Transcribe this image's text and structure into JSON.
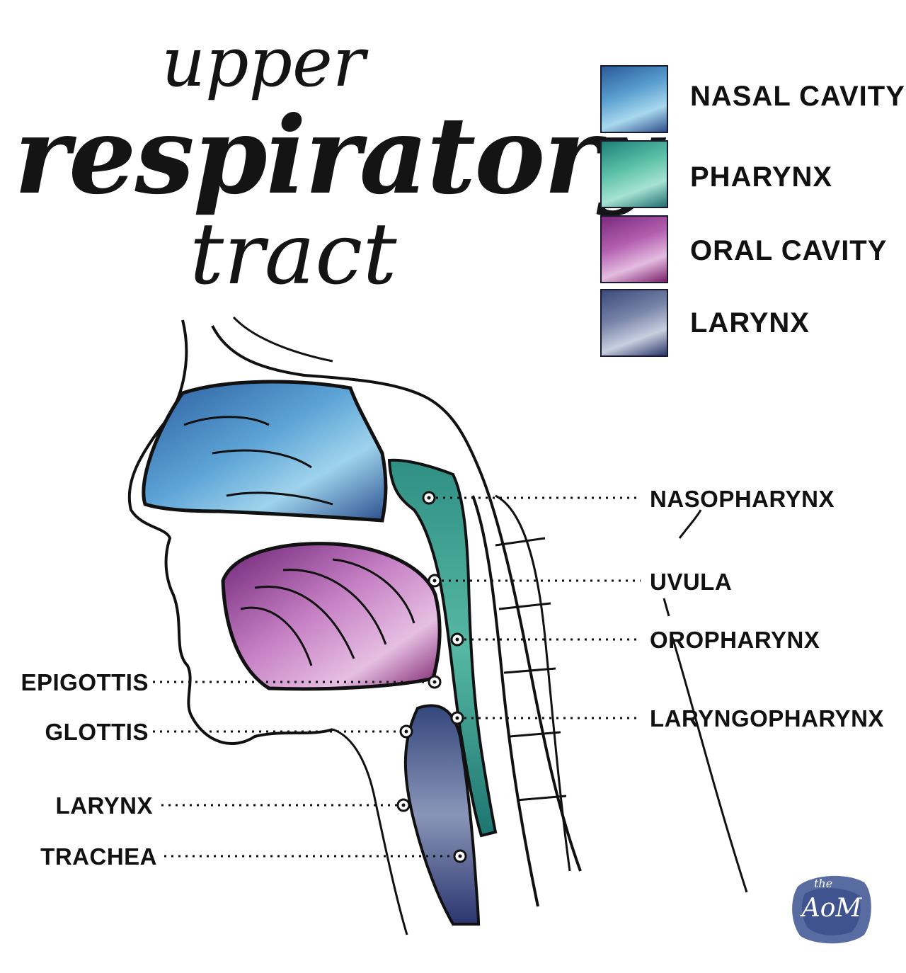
{
  "title": {
    "line1": "upper",
    "line2": "respiratory",
    "line3": "tract"
  },
  "legend": [
    {
      "label": "NASAL CAVITY",
      "color_light": "#8fc9ea",
      "color_dark": "#2a5a9a"
    },
    {
      "label": "PHARYNX",
      "color_light": "#8fd6c2",
      "color_dark": "#1f7f78"
    },
    {
      "label": "ORAL CAVITY",
      "color_light": "#e0b6dc",
      "color_dark": "#7a2a7a"
    },
    {
      "label": "LARYNX",
      "color_light": "#c4cbda",
      "color_dark": "#3a4a7a"
    }
  ],
  "labels_right": [
    "NASOPHARYNX",
    "UVULA",
    "OROPHARYNX",
    "LARYNGOPHARYNX"
  ],
  "labels_left": [
    "EPIGOTTIS",
    "GLOTTIS",
    "LARYNX",
    "TRACHEA"
  ],
  "logo": {
    "small": "the",
    "text": "AoM",
    "color": "#4a5f9a"
  },
  "colors": {
    "line": "#111111"
  }
}
